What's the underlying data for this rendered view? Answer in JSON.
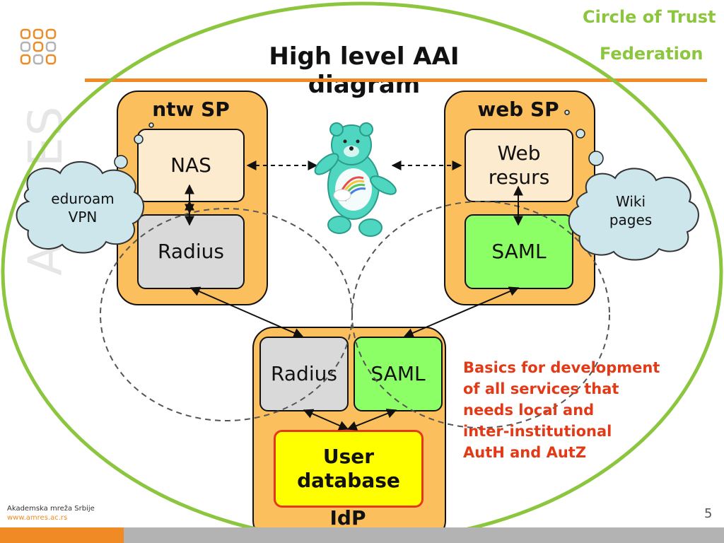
{
  "slide": {
    "title": "High level AAI diagram",
    "circle_of_trust": "Circle of Trust",
    "federation": "Federation",
    "logo_text": "AMRES",
    "page_number": "5"
  },
  "ntw_sp": {
    "label": "ntw SP",
    "nas": "NAS",
    "radius": "Radius"
  },
  "web_sp": {
    "label": "web SP",
    "web_line1": "Web",
    "web_line2": "resurs",
    "saml": "SAML"
  },
  "idp": {
    "label": "IdP",
    "radius": "Radius",
    "saml": "SAML",
    "db_line1": "User",
    "db_line2": "database"
  },
  "clouds": {
    "left_line1": "eduroam",
    "left_line2": "VPN",
    "right_line1": "Wiki",
    "right_line2": "pages"
  },
  "note": {
    "lines": [
      "Basics for development",
      "of all services that",
      "needs local and",
      "inter-institutional",
      "AutH and AutZ"
    ]
  },
  "footer": {
    "org": "Akademska mreža Srbije",
    "url": "www.amres.ac.rs"
  },
  "colors": {
    "orange": "#f08a24",
    "container": "#fbbf5e",
    "green_ellipse": "#8cc63f",
    "saml_green": "#8cff66",
    "user_db_yellow": "#ffff00",
    "note_red": "#e23a17",
    "cloud_blue": "#cde6ec"
  }
}
